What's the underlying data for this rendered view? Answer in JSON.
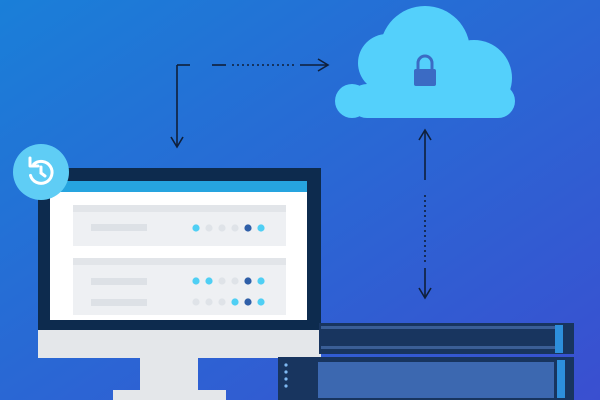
{
  "illustration": {
    "subject": "cloud backup",
    "elements": {
      "monitor": {
        "rows": [
          {
            "dots": [
              "cyan",
              "grey",
              "grey",
              "grey",
              "navy",
              "cyan"
            ]
          },
          {
            "dots": [
              "cyan",
              "cyan",
              "grey",
              "grey",
              "navy",
              "cyan"
            ]
          },
          {
            "dots": [
              "grey",
              "grey",
              "grey",
              "cyan",
              "navy",
              "cyan"
            ]
          }
        ]
      },
      "sync_badge_icon": "refresh-icon",
      "cloud_icon": "lock-icon",
      "arrows": [
        "monitor-to-cloud-arrow",
        "cloud-to-server-arrow"
      ]
    }
  },
  "colors": {
    "background_start": "#1a7fd8",
    "background_end": "#3a4fd0",
    "cloud": "#54d0fb",
    "lock": "#3b6bc4",
    "badge": "#5fcdf5",
    "monitor_bezel": "#0d2b4e",
    "monitor_header": "#26a4df",
    "stand": "#e4e7ea",
    "server": "#18355f",
    "server_accent": "#2d8fdc",
    "arrow": "#0f1f3a",
    "dot_cyan": "#4fcff4",
    "dot_grey": "#dfe3e8",
    "dot_navy": "#2f5fa8"
  }
}
